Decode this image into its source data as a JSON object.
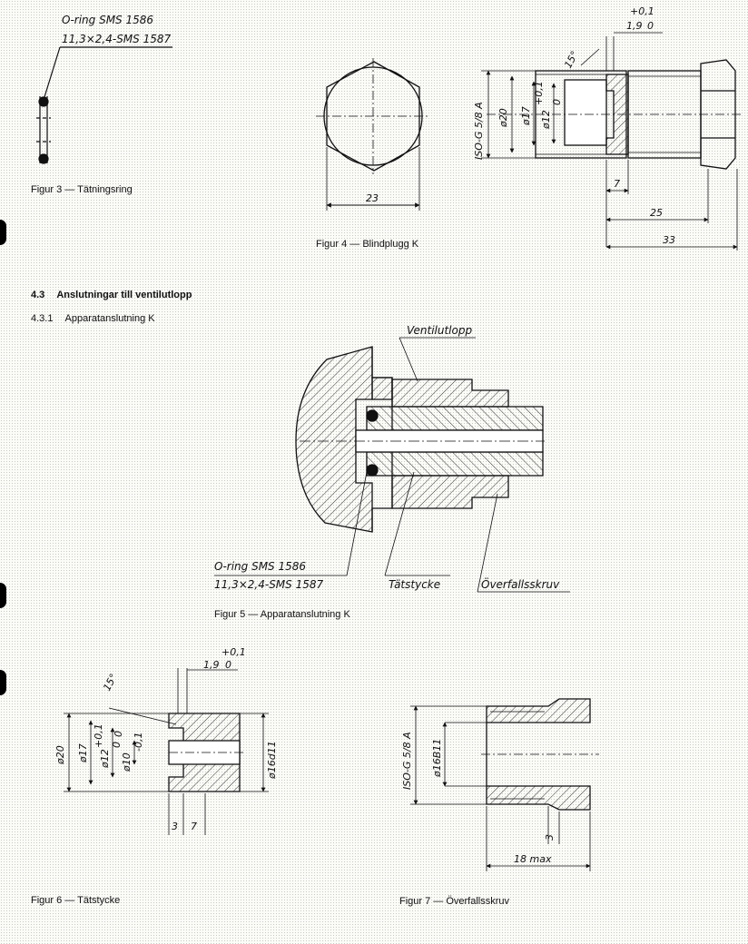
{
  "fig3": {
    "oring_label": "O-ring SMS 1586",
    "oring_spec": "11,3×2,4-SMS 1587",
    "caption": "Figur 3 — Tätningsring"
  },
  "fig4": {
    "dim_width": "23",
    "caption": "Figur 4 — Blindplugg K"
  },
  "fig4b": {
    "tol_upper": "+0,1",
    "tol_value": "1,9",
    "tol_lower": "0",
    "angle": "15°",
    "thread": "ISO-G 5/8 A",
    "dia20": "ø20",
    "dia17": "ø17",
    "dia12": "ø12",
    "dia12_tol_upper": "+0,1",
    "dia12_tol_lower": "0",
    "dim_7": "7",
    "dim_25": "25",
    "dim_33": "33"
  },
  "section": {
    "number": "4.3",
    "title": "Anslutningar till ventilutlopp",
    "sub_number": "4.3.1",
    "sub_title": "Apparatanslutning K"
  },
  "fig5": {
    "label_outlet": "Ventilutlopp",
    "label_oring": "O-ring SMS 1586",
    "label_oring_spec": "11,3×2,4-SMS 1587",
    "label_seal": "Tätstycke",
    "label_nut": "Överfallsskruv",
    "caption": "Figur 5 — Apparatanslutning K"
  },
  "fig6": {
    "tol_upper": "+0,1",
    "tol_value": "1,9",
    "tol_lower": "0",
    "angle": "15°",
    "dia20": "ø20",
    "dia17": "ø17",
    "dia12": "ø12",
    "dia12_tol_upper": "+0,1",
    "dia12_tol_lower": "0",
    "dia10": "ø10",
    "dia10_tol": "-0,1",
    "dia10_tol_upper": "0",
    "dia16": "ø16d11",
    "dim_3": "3",
    "dim_7": "7",
    "caption": "Figur 6 — Tätstycke"
  },
  "fig7": {
    "thread": "ISO-G 5/8 A",
    "dia16": "ø16B11",
    "dim_3": "3",
    "dim_18": "18 max",
    "caption": "Figur 7 — Överfallsskruv"
  }
}
